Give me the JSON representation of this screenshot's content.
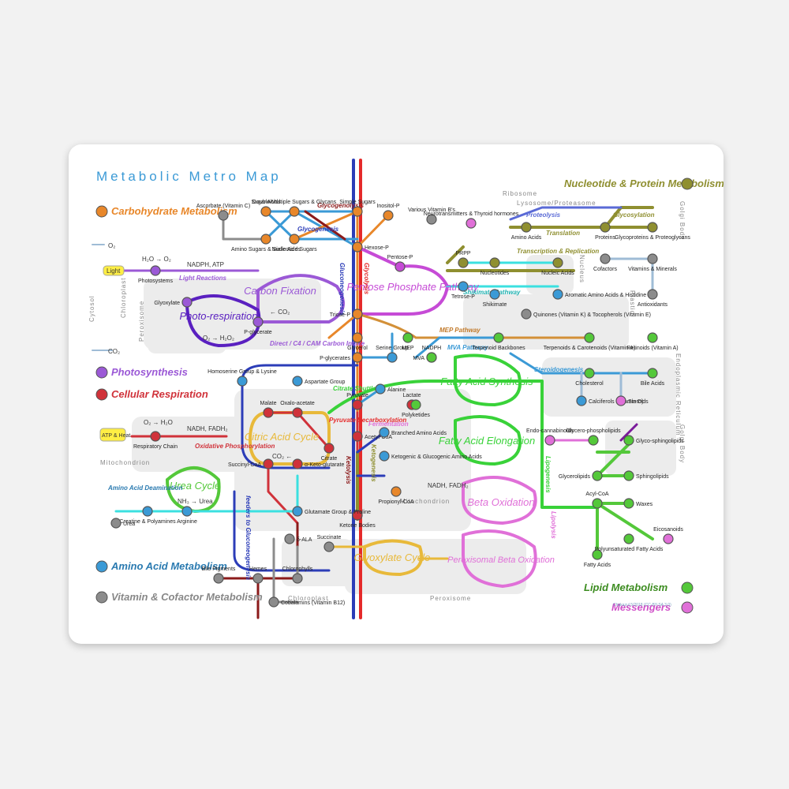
{
  "title": "Metabolic Metro Map",
  "credit": "Chakazul 5/2018 (CC-BY-SA 3.0)",
  "colors": {
    "carbohydrate": "#e8872a",
    "photosynthesis": "#9b59d6",
    "respiration": "#d0323a",
    "amino": "#3b9ad6",
    "vitamin": "#8c8c8c",
    "nucleotide": "#8f8f30",
    "lipid": "#54c83a",
    "messenger": "#e070d8",
    "gluconeo": "#2c3db8",
    "glycolysis": "#e52a2a",
    "pentose": "#c64bd6",
    "fatty": "#39d239",
    "compartment": "#ececec"
  },
  "legend": [
    {
      "id": "carbohydrate",
      "label": "Carbohydrate Metabolism",
      "color": "#e8872a"
    },
    {
      "id": "photosynthesis",
      "label": "Photosynthesis",
      "color": "#9b59d6"
    },
    {
      "id": "respiration",
      "label": "Cellular Respiration",
      "color": "#d0323a"
    },
    {
      "id": "amino",
      "label": "Amino Acid Metabolism",
      "color": "#3b9ad6"
    },
    {
      "id": "vitamin",
      "label": "Vitamin & Cofactor Metabolism",
      "color": "#8c8c8c"
    },
    {
      "id": "nucleotide",
      "label": "Nucleotide & Protein Metabolism",
      "color": "#8f8f30"
    },
    {
      "id": "lipid",
      "label": "Lipid Metabolism",
      "color": "#54c83a"
    },
    {
      "id": "messenger",
      "label": "Messengers",
      "color": "#e070d8"
    }
  ],
  "compartments": [
    {
      "id": "cytosol",
      "label": "Cytosol"
    },
    {
      "id": "chloroplast",
      "label": "Chloroplast"
    },
    {
      "id": "peroxisome",
      "label": "Peroxisome"
    },
    {
      "id": "mitochondrion",
      "label": "Mitochondrion"
    },
    {
      "id": "nucleus",
      "label": "Nucleus"
    },
    {
      "id": "plastid",
      "label": "Plastid"
    },
    {
      "id": "er",
      "label": "Endoplasmic Reticulum"
    },
    {
      "id": "golgi",
      "label": "Golgi Body"
    },
    {
      "id": "ribosome",
      "label": "Ribosome"
    },
    {
      "id": "lysosome",
      "label": "Lysosome/Proteasome"
    }
  ],
  "cycles": [
    {
      "id": "carbon-fixation",
      "label": "Carbon Fixation"
    },
    {
      "id": "photorespiration",
      "label": "Photo-respiration"
    },
    {
      "id": "pentose-phosphate",
      "label": "Pentose Phosphate Pathway"
    },
    {
      "id": "citric-acid",
      "label": "Citric Acid Cycle"
    },
    {
      "id": "urea",
      "label": "Urea Cycle"
    },
    {
      "id": "glyoxylate",
      "label": "Glyoxylate Cycle"
    },
    {
      "id": "fatty-acid-synthesis",
      "label": "Fatty Acid Synthesis"
    },
    {
      "id": "fatty-acid-elongation",
      "label": "Fatty Acid Elongation"
    },
    {
      "id": "beta-oxidation",
      "label": "Beta Oxidation"
    },
    {
      "id": "peroxisomal-beta",
      "label": "Peroxisomal Beta Oxidation"
    }
  ],
  "pathways": [
    "Glycogenesis",
    "Glycogenolysis",
    "Gluconeogenesis",
    "Glycolysis",
    "Light Reactions",
    "Oxidative Phosphorylation",
    "Direct / C4 / CAM Carbon Intake",
    "Citrate Shuttle",
    "Pyruvate Decarboxylation",
    "Fermentation",
    "Ketogenesis",
    "Ketolysis",
    "Amino Acid Deamination",
    "feeders to Gluconeogenesis",
    "Shikimate Pathway",
    "MEP Pathway",
    "MVA Pathway",
    "Steroidogenesis",
    "Proteolysis",
    "Glycosylation",
    "Translation",
    "Transcription & Replication",
    "Lipogenesis",
    "Lipolysis"
  ],
  "stations": [
    "Ascorbate (Vitamin C)",
    "Sugar Acids",
    "Double/Multiple Sugars & Glycans",
    "Simple Sugars",
    "Inositol-P",
    "Amino Sugars & Sialic Acids",
    "Nucleotide Sugars",
    "Hexose-P",
    "Pentose-P",
    "Triose-P",
    "Glycerol",
    "P-glycerates",
    "Glyoxylate",
    "P-glycerate",
    "Photosystems",
    "Respiratory Chain",
    "Homoserine Group & Lysine",
    "Aspartate Group",
    "Serine Group",
    "Alanine",
    "Pyruvate",
    "Lactate",
    "Malate",
    "Oxalo-acetate",
    "Acetyl-CoA",
    "Citrate",
    "Succinyl-CoA",
    "α-Keto-glutarate",
    "Branched Amino Acids",
    "Ketogenic & Glucogenic Amino Acids",
    "Propionyl-CoA",
    "Ketone Bodies",
    "Glutamate Group & Proline",
    "Arginine",
    "Creatine & Polyamines",
    "Urea",
    "δ-ALA",
    "Succinate",
    "Bile Pigments",
    "Hemes",
    "Chlorophylls",
    "Cobalamins (Vitamin B12)",
    "Polyketides",
    "Various Vitamin B's",
    "Neurotransmitters & Thyroid hormones",
    "PRPP",
    "Nucleotides",
    "Nucleic Acids",
    "Tetrose-P",
    "Shikimate",
    "Aromatic Amino Acids & Histidine",
    "Quinones (Vitamin K) & Tocopherols (Vitamin E)",
    "Amino Acids",
    "Proteins",
    "Glycoproteins & Proteoglycans",
    "Cofactors",
    "Vitamins & Minerals",
    "Antioxidants",
    "MEP",
    "MVA",
    "NADPH",
    "Terpenoid Backbones",
    "Terpenoids & Carotenoids (Vitamin A)",
    "Retinoids (Vitamin A)",
    "Cholesterol",
    "Bile Acids",
    "Calciferols (Vitamin D)",
    "Steroids",
    "Endo-cannabinoids",
    "Glycero-phospholipids",
    "Glyco-sphingolipids",
    "Glycerolipids",
    "Sphingolipids",
    "Acyl-CoA",
    "Waxes",
    "Eicosanoids",
    "Fatty Acids",
    "Polyunsaturated Fatty Acids"
  ],
  "small_labels": {
    "o2_left": "O₂",
    "co2_left": "CO₂",
    "light": "Light",
    "h2o_o2": "H₂O → O₂",
    "nadph_atp": "NADPH, ATP",
    "co2_fix": "← CO₂",
    "o2_h2o2": "O₂ → H₂O₂",
    "o2_h2o": "O₂ → H₂O",
    "nadh_fadh": "NADH, FADH₂",
    "atp_heat": "ATP & Heat",
    "co2_tca": "CO₂ ←",
    "nh3_urea": "NH₃ → Urea",
    "nadh_beta": "NADH, FADH₂"
  }
}
